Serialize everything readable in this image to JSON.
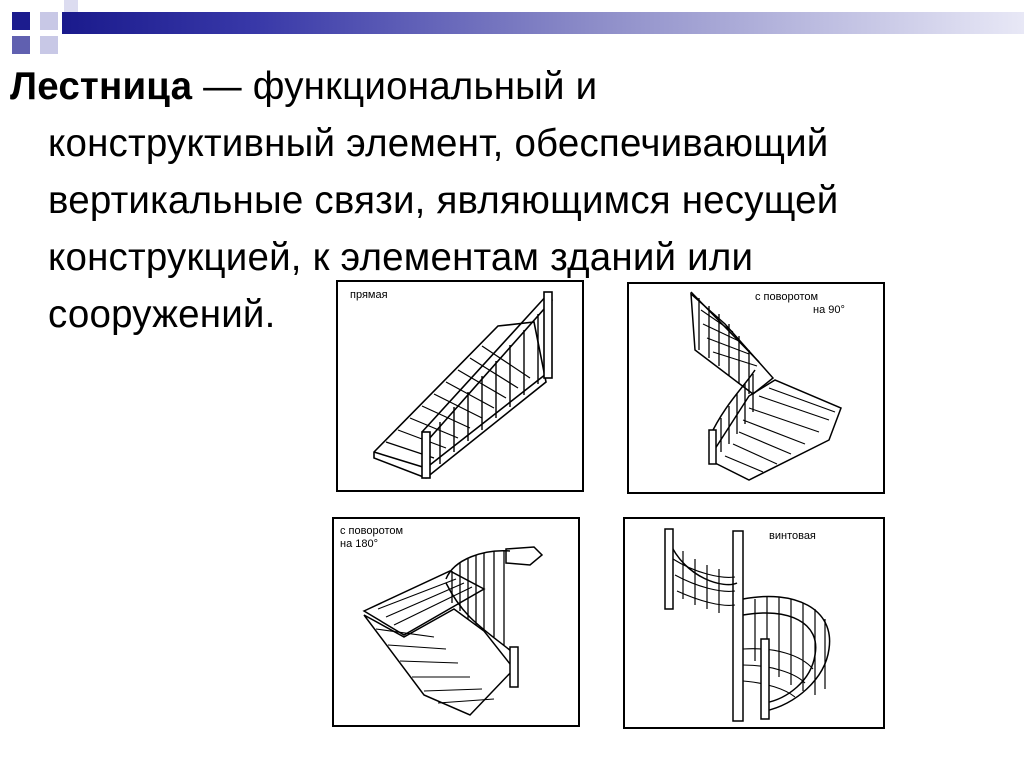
{
  "definition": {
    "term": "Лестница",
    "lines": [
      " — функциональный и",
      "конструктивный элемент, обеспечивающий",
      "вертикальные связи, являющимся несущей",
      "конструкцией, к элементам зданий или",
      "сооружений."
    ]
  },
  "panels": {
    "straight": {
      "label": "прямая"
    },
    "turn90": {
      "label_line1": "с поворотом",
      "label_line2": "на 90°"
    },
    "turn180": {
      "label_line1": "с поворотом",
      "label_line2": "на 180°"
    },
    "spiral": {
      "label": "винтовая"
    }
  },
  "colors": {
    "bar_dark": "#1a1a8c",
    "bar_light": "#e8e8f6",
    "square_navy": "#1c1c8e",
    "square_blue": "#6060b0",
    "square_pale": "#c8c8e6"
  }
}
